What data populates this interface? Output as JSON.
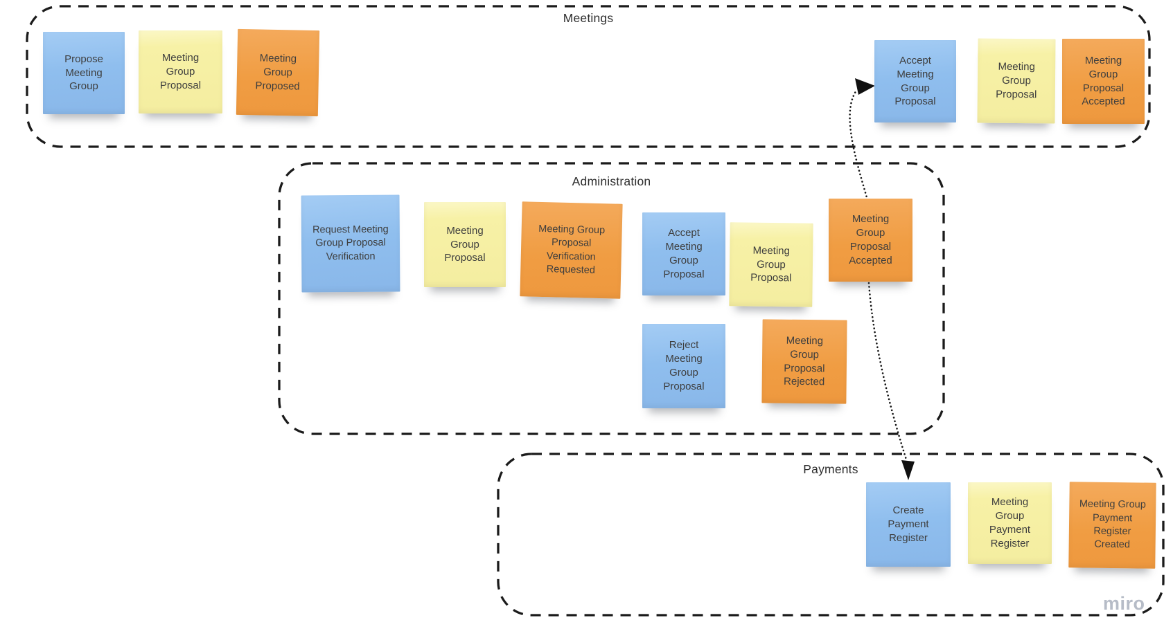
{
  "board": {
    "watermark": "miro"
  },
  "colors": {
    "note_blue": "#8FBEEE",
    "note_yellow": "#F6F0A4",
    "note_orange": "#F09D43",
    "note_text": "#3E3E3E",
    "outline_ink": "#1B1B1B",
    "watermark_gray": "#B6BCC7",
    "background": "#FFFFFF"
  },
  "regions": [
    {
      "name": "Meetings",
      "notes": [
        {
          "color": "blue",
          "text": "Propose Meeting Group"
        },
        {
          "color": "yellow",
          "text": "Meeting Group Proposal"
        },
        {
          "color": "orange",
          "text": "Meeting Group Proposed"
        },
        {
          "color": "blue",
          "text": "Accept Meeting Group Proposal"
        },
        {
          "color": "yellow",
          "text": "Meeting Group Proposal"
        },
        {
          "color": "orange",
          "text": "Meeting Group Proposal Accepted"
        }
      ]
    },
    {
      "name": "Administration",
      "notes": [
        {
          "color": "blue",
          "text": "Request Meeting Group Proposal Verification"
        },
        {
          "color": "yellow",
          "text": "Meeting Group Proposal"
        },
        {
          "color": "orange",
          "text": "Meeting Group Proposal Verification Requested"
        },
        {
          "color": "blue",
          "text": "Accept Meeting Group Proposal"
        },
        {
          "color": "yellow",
          "text": "Meeting Group Proposal"
        },
        {
          "color": "orange",
          "text": "Meeting Group Proposal Accepted"
        },
        {
          "color": "blue",
          "text": "Reject Meeting Group Proposal"
        },
        {
          "color": "orange",
          "text": "Meeting Group Proposal Rejected"
        }
      ]
    },
    {
      "name": "Payments",
      "notes": [
        {
          "color": "blue",
          "text": "Create Payment Register"
        },
        {
          "color": "yellow",
          "text": "Meeting Group Payment Register"
        },
        {
          "color": "orange",
          "text": "Meeting Group Payment Register Created"
        }
      ]
    }
  ],
  "connectors": [
    {
      "style": "dotted-arrow",
      "from": "Meeting Group Proposal Accepted (Administration)",
      "to": "Accept Meeting Group Proposal (Meetings)"
    },
    {
      "style": "dotted-arrow",
      "from": "Meeting Group Proposal Accepted (Administration)",
      "to": "Create Payment Register (Payments)"
    }
  ]
}
